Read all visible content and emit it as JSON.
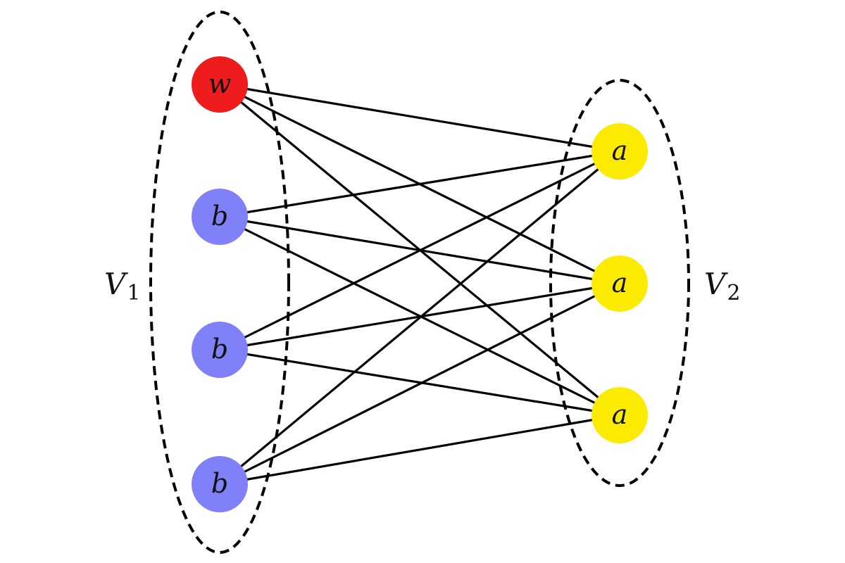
{
  "colors": {
    "w_node": "#ee1c1c",
    "b_node": "#8080f8",
    "a_node": "#fbeb00",
    "edge": "#000000",
    "background": "#ffffff"
  },
  "sets": {
    "left": {
      "letter": "V",
      "subscript": "1"
    },
    "right": {
      "letter": "V",
      "subscript": "2"
    }
  },
  "nodes": [
    {
      "id": "w",
      "label": "w",
      "group": "left",
      "color_key": "w_node"
    },
    {
      "id": "b1",
      "label": "b",
      "group": "left",
      "color_key": "b_node"
    },
    {
      "id": "b2",
      "label": "b",
      "group": "left",
      "color_key": "b_node"
    },
    {
      "id": "b3",
      "label": "b",
      "group": "left",
      "color_key": "b_node"
    },
    {
      "id": "a1",
      "label": "a",
      "group": "right",
      "color_key": "a_node"
    },
    {
      "id": "a2",
      "label": "a",
      "group": "right",
      "color_key": "a_node"
    },
    {
      "id": "a3",
      "label": "a",
      "group": "right",
      "color_key": "a_node"
    }
  ],
  "edges": [
    [
      "w",
      "a1"
    ],
    [
      "w",
      "a2"
    ],
    [
      "w",
      "a3"
    ],
    [
      "b1",
      "a1"
    ],
    [
      "b1",
      "a2"
    ],
    [
      "b1",
      "a3"
    ],
    [
      "b2",
      "a1"
    ],
    [
      "b2",
      "a2"
    ],
    [
      "b2",
      "a3"
    ],
    [
      "b3",
      "a1"
    ],
    [
      "b3",
      "a2"
    ],
    [
      "b3",
      "a3"
    ]
  ]
}
